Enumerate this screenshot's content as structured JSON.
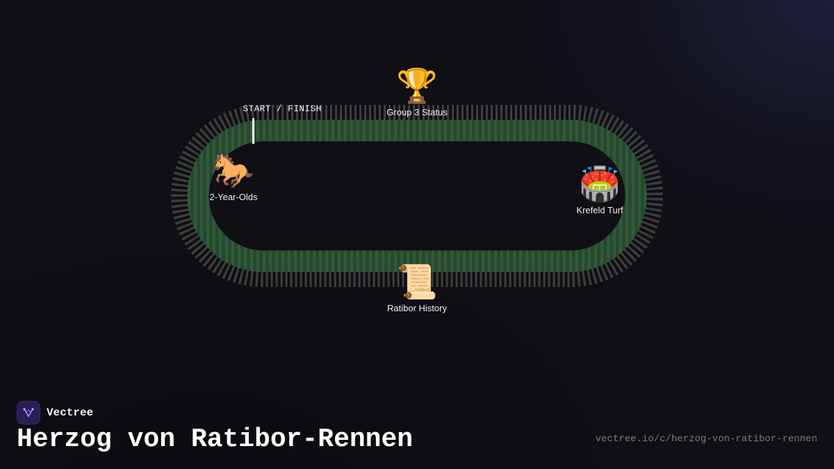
{
  "diagram": {
    "start_finish_label": "START / FINISH",
    "markers": [
      {
        "id": "group-3-status",
        "icon": "🏆",
        "icon_name": "trophy-icon",
        "label": "Group 3 Status"
      },
      {
        "id": "2-year-olds",
        "icon": "🐎",
        "icon_name": "horse-icon",
        "label": "2-Year-Olds"
      },
      {
        "id": "krefeld-turf",
        "icon": "🏟️",
        "icon_name": "stadium-icon",
        "label": "Krefeld Turf"
      },
      {
        "id": "ratibor-history",
        "icon": "📜",
        "icon_name": "scroll-icon",
        "label": "Ratibor History"
      }
    ],
    "colors": {
      "track": "#2a4a30",
      "track_stripe": "#35583b",
      "track_edge": "#3b3f3c",
      "background": "#0f0f14",
      "start_line": "#ffffff"
    }
  },
  "footer": {
    "brand_name": "Vectree",
    "brand_icon": "vectree-logo-icon",
    "title": "Herzog von Ratibor-Rennen",
    "url": "vectree.io/c/herzog-von-ratibor-rennen"
  }
}
